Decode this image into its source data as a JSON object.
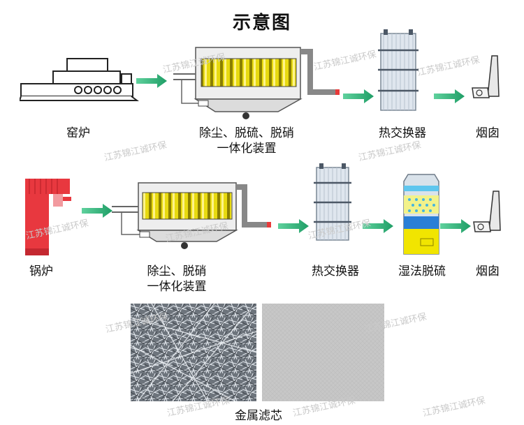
{
  "title": "示意图",
  "watermark": "江苏锦江诚环保",
  "row1": {
    "kiln": "窑炉",
    "collector_line1": "除尘、脱硫、脱硝",
    "collector_line2": "一体化装置",
    "exchanger": "热交换器",
    "chimney": "烟囱"
  },
  "row2": {
    "boiler": "锅炉",
    "collector_line1": "除尘、脱硝",
    "collector_line2": "一体化装置",
    "exchanger": "热交换器",
    "scrubber": "湿法脱硫",
    "chimney": "烟囱"
  },
  "bottom_caption": "金属滤芯",
  "colors": {
    "arrow": "#2fb27a",
    "filter_yellow": "#e3d400",
    "boiler_red": "#e8383f",
    "steel": "#9aa3ad"
  }
}
